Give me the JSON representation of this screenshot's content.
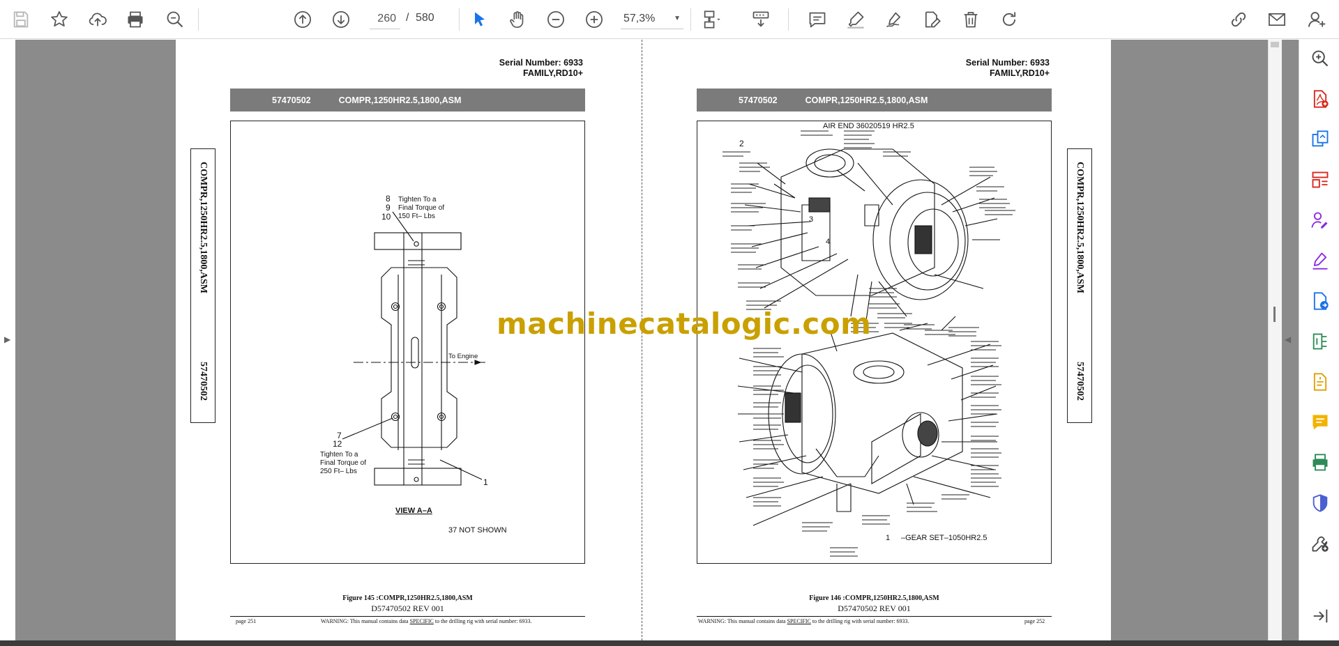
{
  "toolbar": {
    "current_page": "260",
    "page_separator": "/",
    "total_pages": "580",
    "zoom": "57,3%",
    "icons": [
      "save-icon",
      "bookmark-star-icon",
      "upload-icon",
      "print-icon",
      "zoom-search-icon",
      "page-up-icon",
      "page-down-icon",
      "select-cursor-icon",
      "hand-icon",
      "zoom-out-icon",
      "zoom-in-icon",
      "page-layout-icon",
      "scroll-mode-icon",
      "comment-icon",
      "highlight-icon",
      "draw-icon",
      "edit-text-icon",
      "delete-icon",
      "rotate-icon",
      "share-link-icon",
      "email-icon",
      "account-icon"
    ]
  },
  "right_panel": {
    "icons": [
      "zoom-panel-icon",
      "export-pdf-icon",
      "create-pdf-icon",
      "organize-pages-icon",
      "request-signature-icon",
      "fill-sign-icon",
      "edit-pdf-icon",
      "compress-pdf-icon",
      "scan-ocr-icon",
      "comment-panel-icon",
      "protect-icon",
      "more-tools-icon",
      "collapse-panel-icon"
    ]
  },
  "left_page": {
    "serial_line1": "Serial Number: 6933",
    "serial_line2": "FAMILY,RD10+",
    "part_number": "57470502",
    "part_desc": "COMPR,1250HR2.5,1800,ASM",
    "side_tab_desc": "COMPR,1250HR2.5,1800,ASM",
    "side_tab_num": "57470502",
    "figure": {
      "callout_8": "8",
      "callout_9": "9",
      "callout_10": "10",
      "torque_top_1": "Tighten To a",
      "torque_top_2": "Final Torque of",
      "torque_top_3": "150 Ft– Lbs",
      "to_engine": "To Engine",
      "callout_7": "7",
      "callout_12": "12",
      "torque_bot_1": "Tighten To a",
      "torque_bot_2": "Final Torque of",
      "torque_bot_3": "250 Ft– Lbs",
      "callout_1": "1",
      "view_label": "VIEW A–A",
      "not_shown": "37  NOT SHOWN"
    },
    "caption": "Figure 145 :COMPR,1250HR2.5,1800,ASM",
    "doc_number": "D57470502 REV 001",
    "footer_page": "page 251",
    "footer_warn_pre": "WARNING:  This manual contains data ",
    "footer_warn_specific": "SPECIFIC",
    "footer_warn_post": " to the drilling rig with serial number: 6933."
  },
  "right_page": {
    "serial_line1": "Serial Number: 6933",
    "serial_line2": "FAMILY,RD10+",
    "part_number": "57470502",
    "part_desc": "COMPR,1250HR2.5,1800,ASM",
    "side_tab_desc": "COMPR,1250HR2.5,1800,ASM",
    "side_tab_num": "57470502",
    "figure": {
      "title": "AIR END 36020519 HR2.5",
      "callout_2": "2",
      "callout_3": "3",
      "callout_4": "4",
      "callout_1": "1",
      "gear_set": "–GEAR SET–1050HR2.5"
    },
    "caption": "Figure 146 :COMPR,1250HR2.5,1800,ASM",
    "doc_number": "D57470502 REV 001",
    "footer_warn_pre": "WARNING:  This manual contains data ",
    "footer_warn_specific": "SPECIFIC",
    "footer_warn_post": " to the drilling rig with serial number: 6933.",
    "footer_page": "page 252"
  },
  "watermark": "machinecatalogic.com",
  "colors": {
    "viewer_background": "#8b8b8b",
    "header_bar": "#7b7b7b",
    "accent_blue": "#1a73e8",
    "tool_red": "#d9261c",
    "watermark": "#c9a000"
  }
}
